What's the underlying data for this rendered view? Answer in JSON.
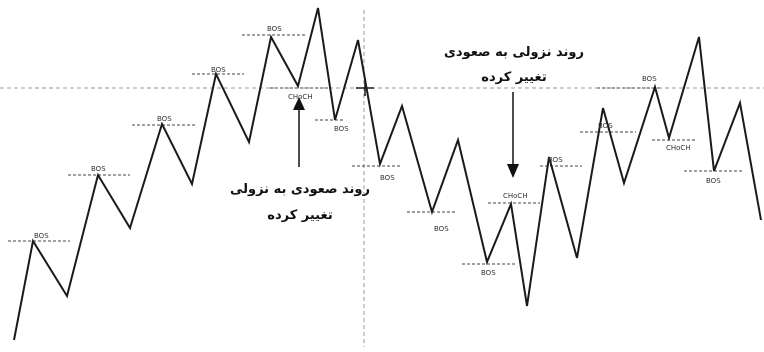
{
  "colors": {
    "price_line": "#1a1a1a",
    "level_dash": "#444444",
    "guide_dash": "#9a9a9a",
    "arrow": "#111111",
    "background": "#ffffff"
  },
  "labels": {
    "bos": "BOS",
    "choch": "CHoCH"
  },
  "annotations": {
    "bull_to_bear_line1": "روند صعودی به نزولی",
    "bull_to_bear_line2": "تغییر کرده",
    "bear_to_bull_line1": "روند نزولی به صعودی",
    "bear_to_bull_line2": "تغییر کرده"
  },
  "icons": {
    "crosshair": "crosshair-icon",
    "arrow_up": "arrow-up-icon",
    "arrow_down": "arrow-down-icon"
  }
}
